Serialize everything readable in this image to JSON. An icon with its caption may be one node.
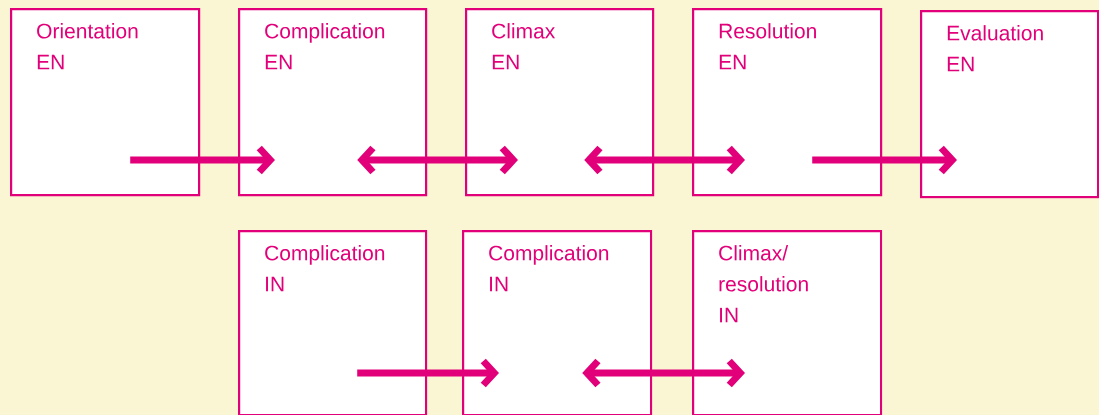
{
  "diagram": {
    "nodes": [
      {
        "text": [
          "Orientation EN"
        ]
      },
      {
        "text": [
          "Complication EN"
        ]
      },
      {
        "text": [
          "Climax EN"
        ]
      },
      {
        "text": [
          "Resolution EN"
        ]
      },
      {
        "text": [
          "Evaluation EN"
        ]
      },
      {
        "text": [
          "Complication IN"
        ]
      },
      {
        "text": [
          "Complication IN"
        ]
      },
      {
        "text": [
          "Climax/ resolution IN"
        ]
      }
    ],
    "edges": [
      {
        "from": 0,
        "to": 1,
        "arrow": "to"
      },
      {
        "from": 1,
        "to": 2,
        "arrow": "both"
      },
      {
        "from": 2,
        "to": 3,
        "arrow": "both"
      },
      {
        "from": 3,
        "to": 4,
        "arrow": "to"
      },
      {
        "from": 5,
        "to": 6,
        "arrow": "to"
      },
      {
        "from": 6,
        "to": 7,
        "arrow": "both"
      }
    ]
  }
}
